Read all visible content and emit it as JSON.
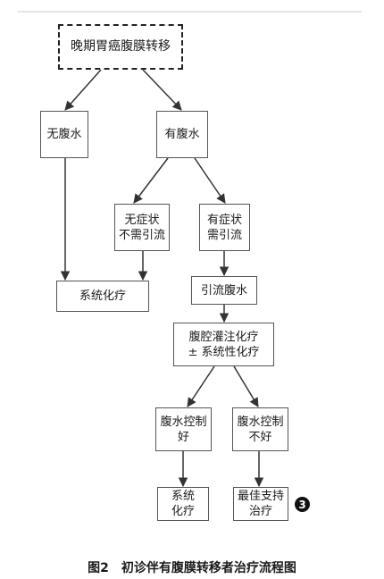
{
  "nodes": {
    "root": "晚期胃癌腹膜转移",
    "no_ascites": "无腹水",
    "has_ascites": "有腹水",
    "asymptomatic": "无症状\n不需引流",
    "symptomatic": "有症状\n需引流",
    "systemic_chemo": "系统化疗",
    "drainage": "引流腹水",
    "ip_chemo": "腹腔灌注化疗\n± 系统性化疗",
    "controlled": "腹水控制\n好",
    "uncontrolled": "腹水控制\n不好",
    "systemic_chemo2": "系统\n化疗",
    "best_support": "最佳支持\n治疗"
  },
  "badge": "3",
  "caption": {
    "number": "图2",
    "text": "初诊伴有腹膜转移者治疗流程图"
  }
}
